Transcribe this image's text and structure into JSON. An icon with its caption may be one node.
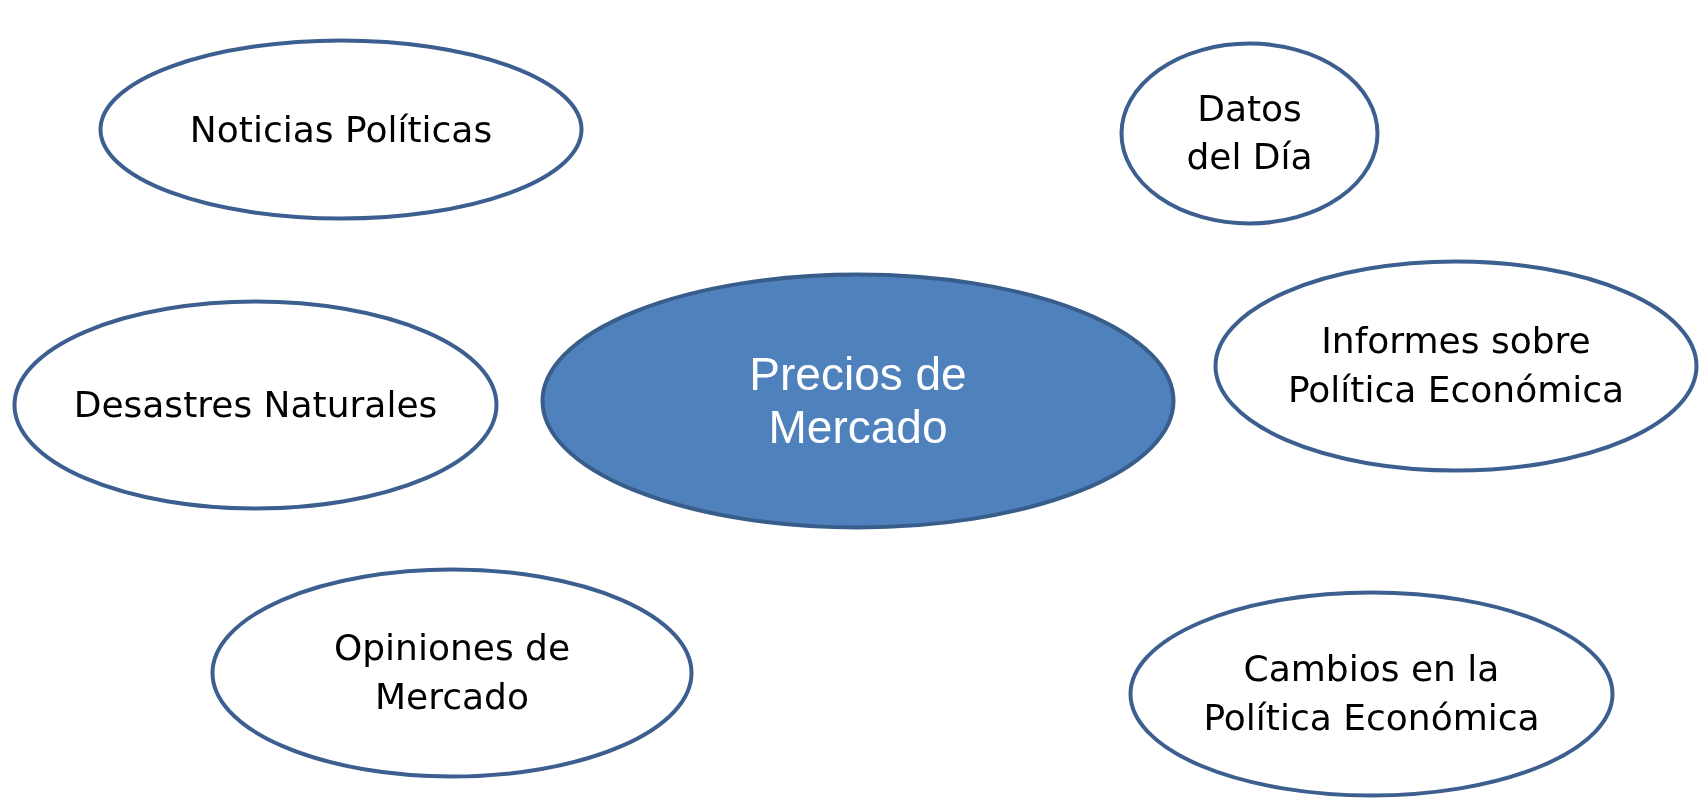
{
  "diagram": {
    "nodes": [
      {
        "text": [
          "Noticias Políticas"
        ]
      },
      {
        "text": [
          "Datos del Día"
        ]
      },
      {
        "text": [
          "Informes sobre Política Económica"
        ]
      },
      {
        "text": [
          "Precios de Mercado"
        ]
      },
      {
        "text": [
          "Desastres Naturales"
        ]
      },
      {
        "text": [
          "Opiniones de Mercado"
        ]
      },
      {
        "text": [
          "Cambios en la Política Económica"
        ]
      }
    ]
  }
}
